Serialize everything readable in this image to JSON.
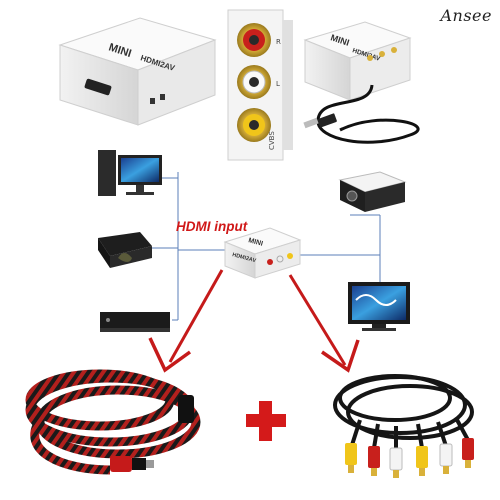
{
  "brand": "Ansee",
  "hdmi_input_label": "HDMI input",
  "box_top": {
    "logo": "MINI",
    "model": "HDMI2AV"
  },
  "box_side": {
    "logo": "MINI",
    "model": "HDMI2AV"
  },
  "box_center": {
    "logo": "MINI",
    "model": "HDMI2AV"
  },
  "rca_panel": {
    "r_label": "R",
    "l_label": "L",
    "video_label": "CVBS"
  },
  "colors": {
    "arrow": "#c51a1a",
    "plus": "#d41a1a",
    "wire": "#5b7fb8",
    "cable_red": "#b3201d",
    "cable_black": "#1a1a1a"
  },
  "icons": [
    "monitor-pc-icon",
    "game-console-icon",
    "set-top-box-icon",
    "projector-icon",
    "tv-icon",
    "hdmi-cable-icon",
    "rca-cable-icon",
    "plus-icon",
    "arrow-icon"
  ]
}
